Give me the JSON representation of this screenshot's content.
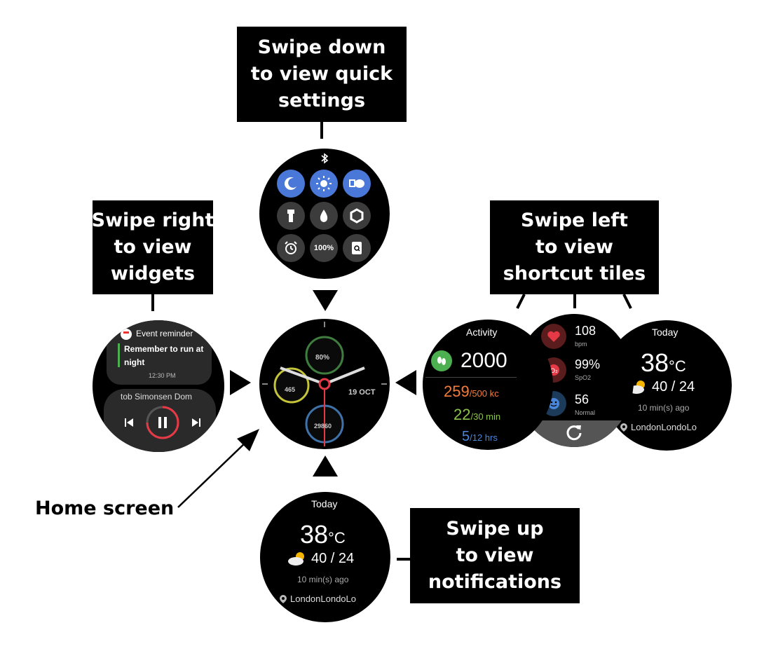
{
  "callouts": {
    "top": [
      "Swipe down",
      "to view quick",
      "settings"
    ],
    "left": [
      "Swipe right",
      "to view",
      "widgets"
    ],
    "right": [
      "Swipe left",
      "to view",
      "shortcut tiles"
    ],
    "bottom": [
      "Swipe up",
      "to view",
      "notifications"
    ],
    "home": "Home screen"
  },
  "quick_settings": {
    "buttons": [
      {
        "icon": "moon-icon",
        "state": "on"
      },
      {
        "icon": "brightness-icon",
        "state": "on"
      },
      {
        "icon": "theater-mode-icon",
        "state": "on"
      },
      {
        "icon": "flashlight-icon",
        "state": "off"
      },
      {
        "icon": "water-lock-icon",
        "state": "off"
      },
      {
        "icon": "settings-hex-icon",
        "state": "off"
      },
      {
        "icon": "alarm-icon",
        "state": "off"
      },
      {
        "label": "100%",
        "icon": "battery-icon",
        "state": "off"
      },
      {
        "icon": "search-icon",
        "state": "off"
      }
    ],
    "battery": "100%",
    "top_icon": "bluetooth-icon"
  },
  "widgets": {
    "event_title": "Event reminder",
    "event_body_1": "Remember to run at",
    "event_body_2": "night",
    "event_time": "12:30 PM",
    "media_title": "tob Simonsen Dom"
  },
  "home_face": {
    "top_dial": "80%",
    "left_dial": "465",
    "bottom_dial": "29860",
    "date": "19 OCT"
  },
  "activity": {
    "title": "Activity",
    "steps": "2000",
    "calories": "259",
    "calories_goal": "/500 kc",
    "minutes": "22",
    "minutes_goal": "/30 min",
    "hours": "5",
    "hours_goal": "/12 hrs",
    "colors": {
      "steps": "#4caf50",
      "calories": "#f57c3a",
      "minutes": "#8bc34a",
      "hours": "#4a86d8"
    }
  },
  "health": {
    "heart_value": "108",
    "heart_unit": "bpm",
    "spo2_value": "99%",
    "spo2_unit": "SpO2",
    "stress_value": "56",
    "stress_unit": "Normal"
  },
  "weather_tile": {
    "title": "Today",
    "temp": "38",
    "unit": "°C",
    "range": "40 / 24",
    "updated": "10 min(s) ago",
    "location": "LondonLondoLo"
  },
  "weather_bottom": {
    "title": "Today",
    "temp": "38",
    "unit": "°C",
    "range": "40 / 24",
    "updated": "10 min(s) ago",
    "location": "LondonLondoLo"
  }
}
